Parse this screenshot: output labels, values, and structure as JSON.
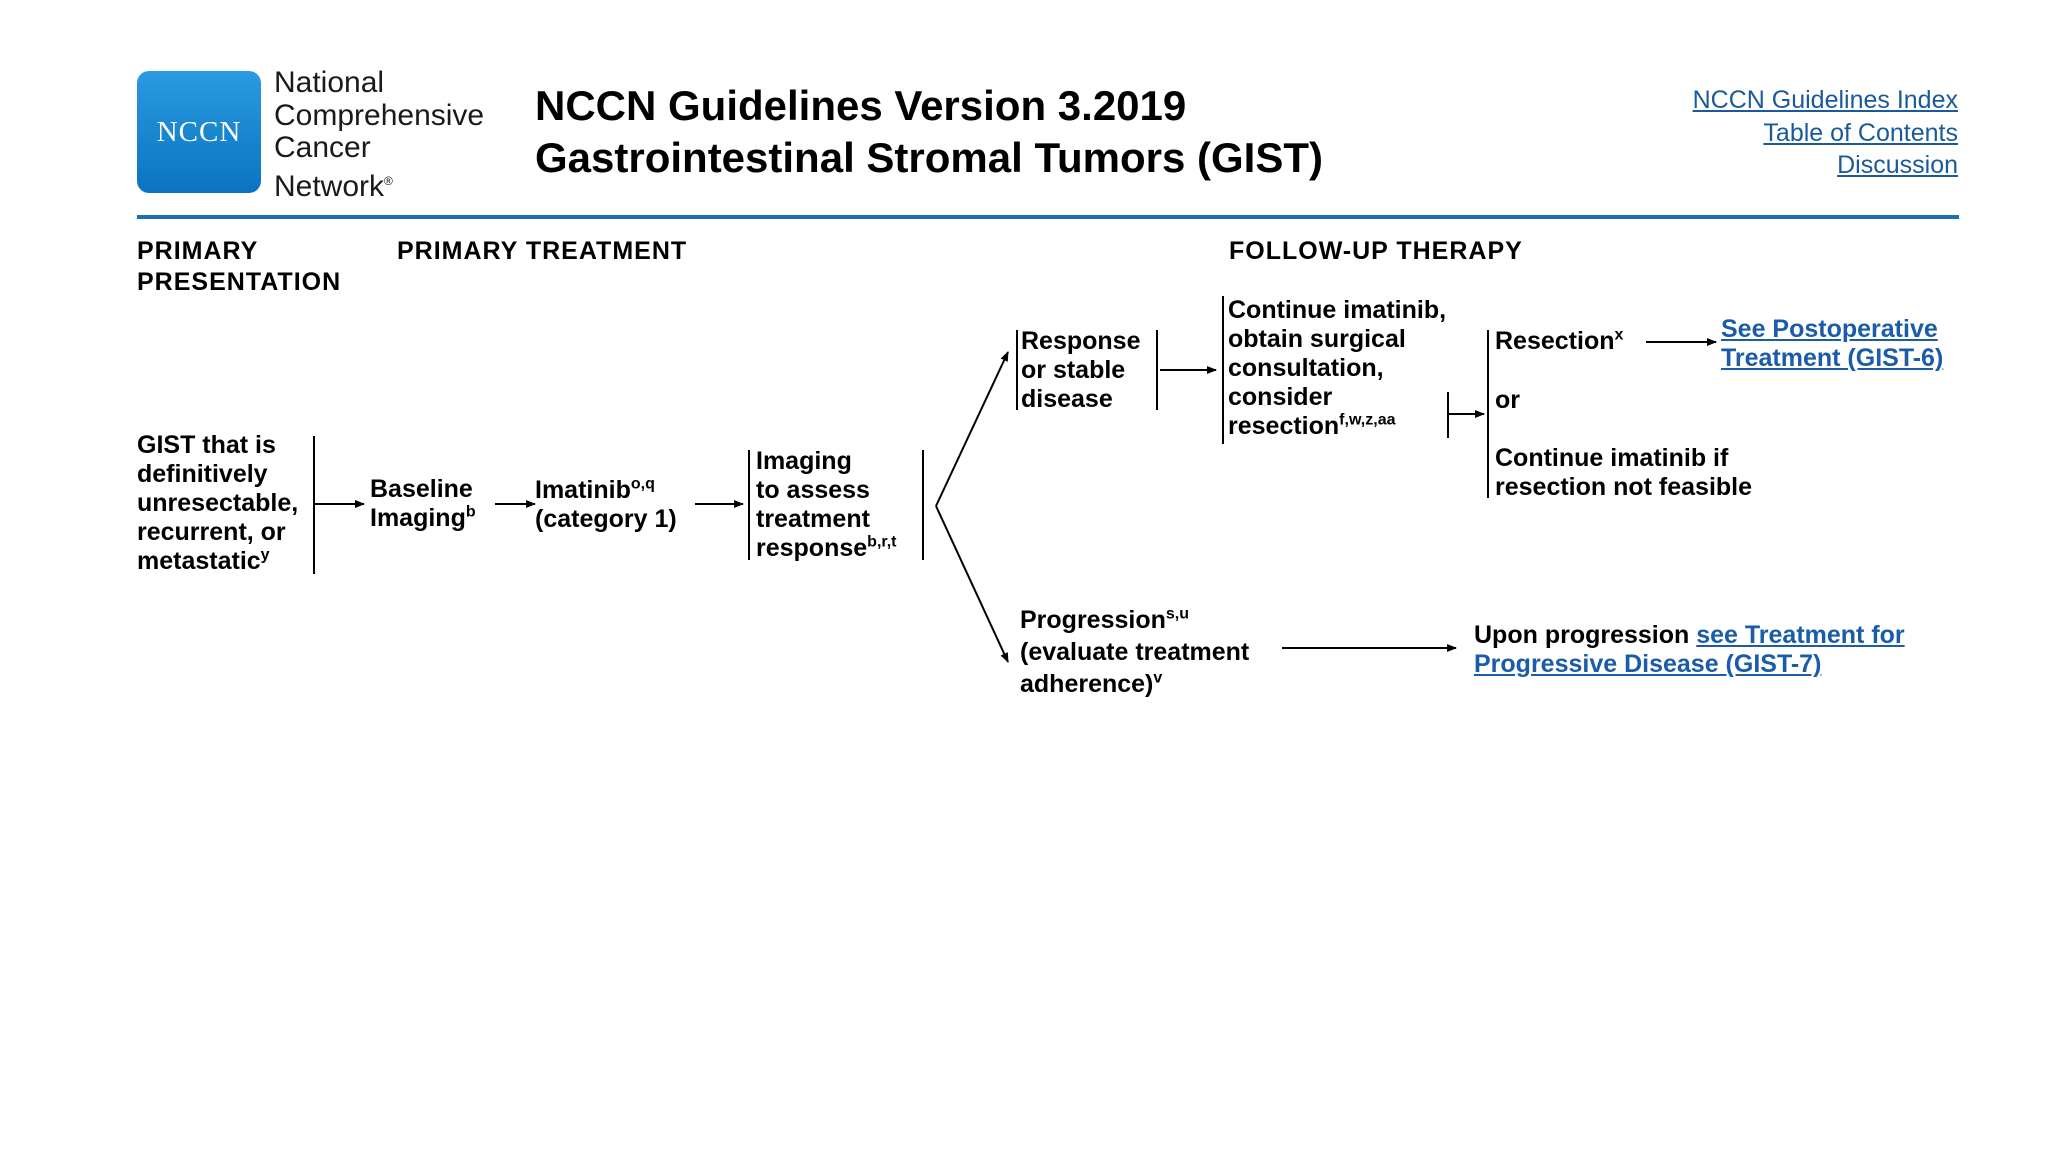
{
  "header": {
    "logo_text": "NCCN",
    "org_lines": [
      "National",
      "Comprehensive",
      "Cancer",
      "Network"
    ],
    "org_mark": "®",
    "title_line1": "NCCN Guidelines Version 3.2019",
    "title_line2": "Gastrointestinal Stromal Tumors (GIST)",
    "links": [
      "NCCN Guidelines Index",
      "Table of Contents",
      "Discussion"
    ]
  },
  "columns": {
    "primary_presentation": [
      "PRIMARY",
      "PRESENTATION"
    ],
    "primary_treatment": "PRIMARY TREATMENT",
    "follow_up": "FOLLOW-UP THERAPY"
  },
  "nodes": {
    "gist": {
      "lines": [
        "GIST that is",
        "definitively",
        "unresectable,",
        "recurrent, or",
        "metastatic"
      ],
      "sup": "y"
    },
    "baseline": {
      "line1": "Baseline",
      "line2": "Imaging",
      "sup": "b"
    },
    "imatinib": {
      "line1": "Imatinib",
      "sup": "o,q",
      "line2": "(category 1)"
    },
    "imaging": {
      "lines": [
        "Imaging",
        "to assess",
        "treatment",
        "response"
      ],
      "sup": "b,r,t"
    },
    "response": {
      "lines": [
        "Response",
        "or stable",
        "disease"
      ]
    },
    "continue": {
      "lines": [
        "Continue imatinib,",
        "obtain surgical",
        "consultation,",
        "consider",
        "resection"
      ],
      "sup": "f,w,z,aa"
    },
    "resection": {
      "label": "Resection",
      "sup": "x"
    },
    "or": "or",
    "continue_if": {
      "lines": [
        "Continue imatinib if",
        "resection not feasible"
      ]
    },
    "postop_link": {
      "lines": [
        "See Postoperative",
        "Treatment (GIST-6)"
      ]
    },
    "progression": {
      "line1": "Progression",
      "sup1": "s,u",
      "line2": "(evaluate treatment",
      "line3": "adherence)",
      "sup3": "v"
    },
    "upon": {
      "prefix": "Upon progression ",
      "link1": "see Treatment for",
      "link2": "Progressive Disease (GIST-7)"
    }
  }
}
